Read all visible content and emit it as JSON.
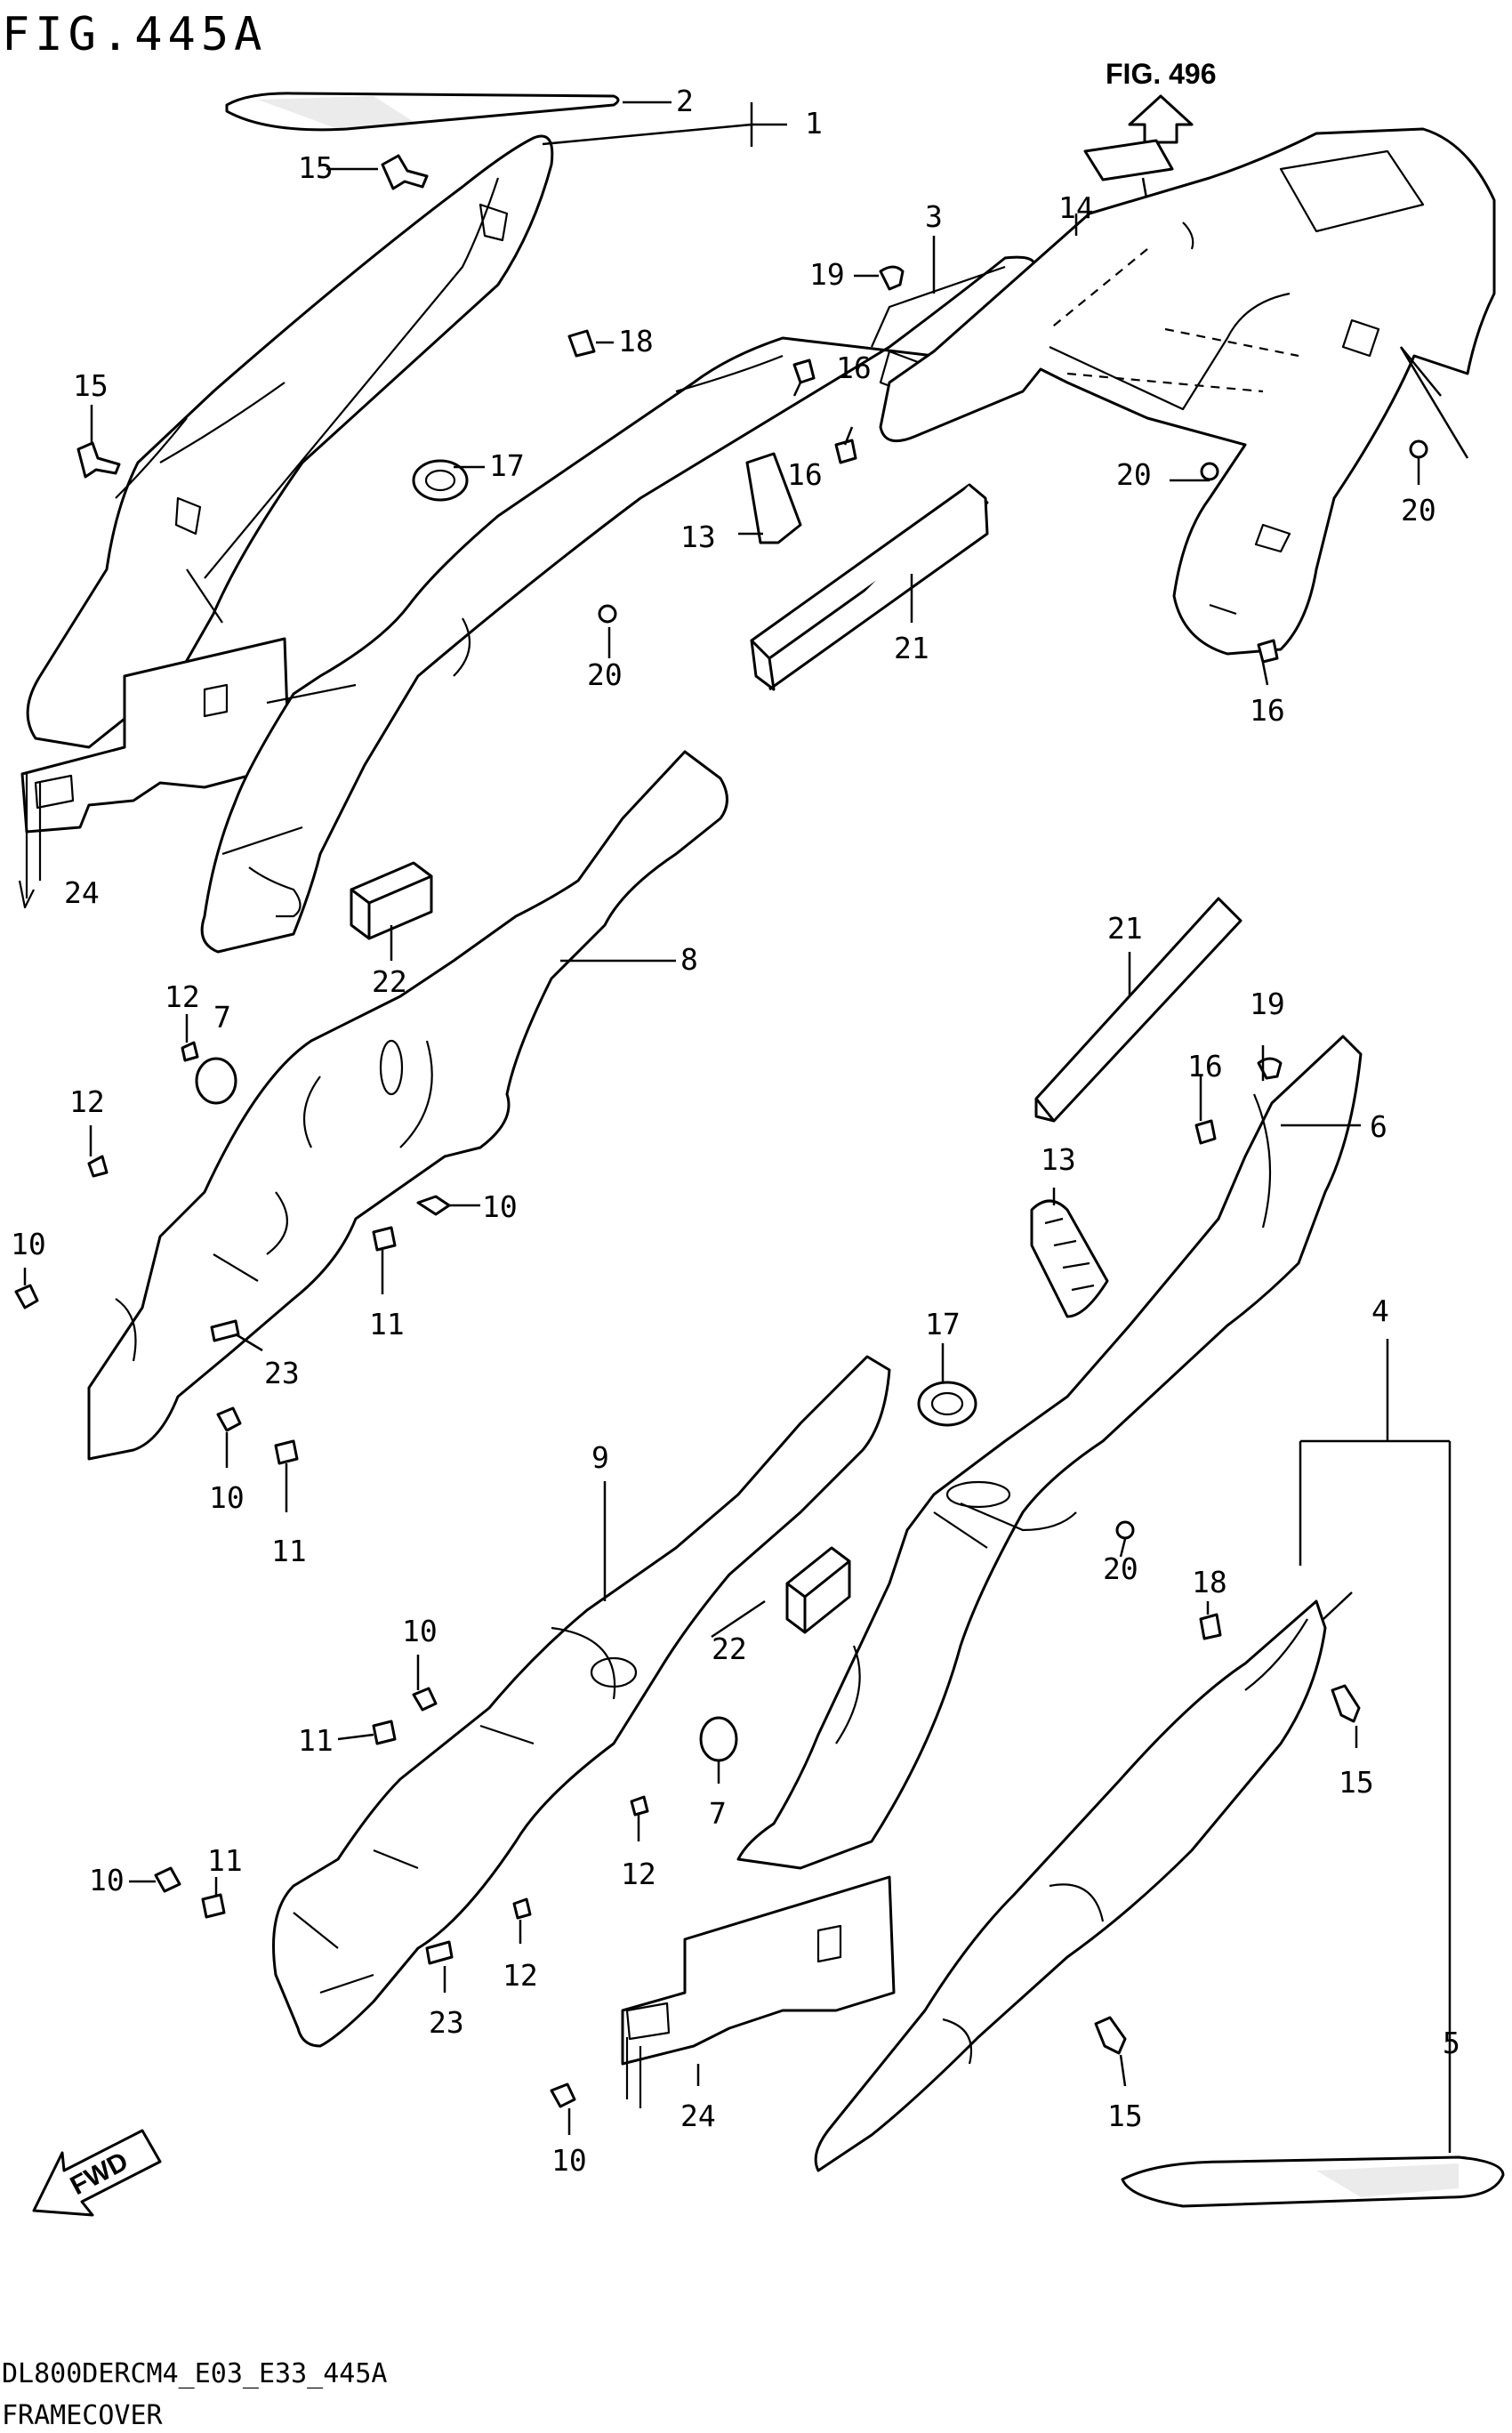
{
  "figure_title": "FIG.445A",
  "reference": {
    "label": "FIG. 496"
  },
  "fwd_label": "FWD",
  "footer": {
    "code": "DL800DERCM4_E03_E33_445A",
    "caption": "FRAMECOVER"
  },
  "callouts": {
    "c1": "1",
    "c2": "2",
    "c3": "3",
    "c4": "4",
    "c5": "5",
    "c6": "6",
    "c7a": "7",
    "c7b": "7",
    "c8": "8",
    "c9": "9",
    "c10a": "10",
    "c10b": "10",
    "c10c": "10",
    "c10d": "10",
    "c10e": "10",
    "c10f": "10",
    "c11a": "11",
    "c11b": "11",
    "c11c": "11",
    "c11d": "11",
    "c12a": "12",
    "c12b": "12",
    "c12c": "12",
    "c12d": "12",
    "c13a": "13",
    "c13b": "13",
    "c14": "14",
    "c15a": "15",
    "c15b": "15",
    "c15c": "15",
    "c15d": "15",
    "c16a": "16",
    "c16b": "16",
    "c16c": "16",
    "c16d": "16",
    "c17a": "17",
    "c17b": "17",
    "c18a": "18",
    "c18b": "18",
    "c19a": "19",
    "c19b": "19",
    "c20a": "20",
    "c20b": "20",
    "c20c": "20",
    "c20d": "20",
    "c21a": "21",
    "c21b": "21",
    "c22a": "22",
    "c22b": "22",
    "c23a": "23",
    "c23b": "23",
    "c24a": "24",
    "c24b": "24"
  }
}
